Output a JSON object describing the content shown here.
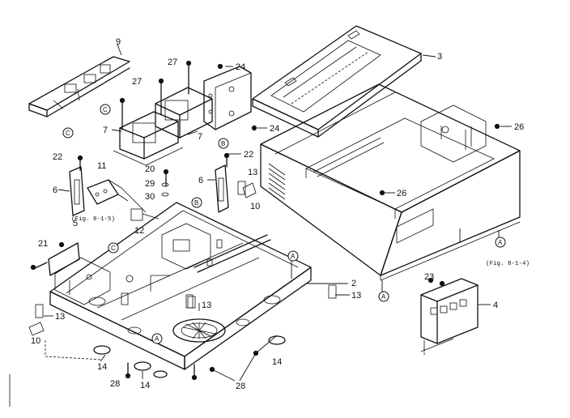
{
  "part_labels": [
    "9",
    "27",
    "27",
    "24",
    "3",
    "7",
    "7",
    "24",
    "26",
    "22",
    "11",
    "6",
    "22",
    "6",
    "13",
    "20",
    "29",
    "30",
    "26",
    "10",
    "12",
    "21",
    "5",
    "2",
    "13",
    "13",
    "4",
    "23",
    "10",
    "13",
    "14",
    "14",
    "14",
    "28",
    "28"
  ],
  "callouts": [
    "C",
    "C",
    "B",
    "B",
    "A",
    "A",
    "C",
    "A",
    "A"
  ],
  "fig_refs": [
    "(Fig. 8-1-5)",
    "(Fig. 8-1-4)"
  ]
}
